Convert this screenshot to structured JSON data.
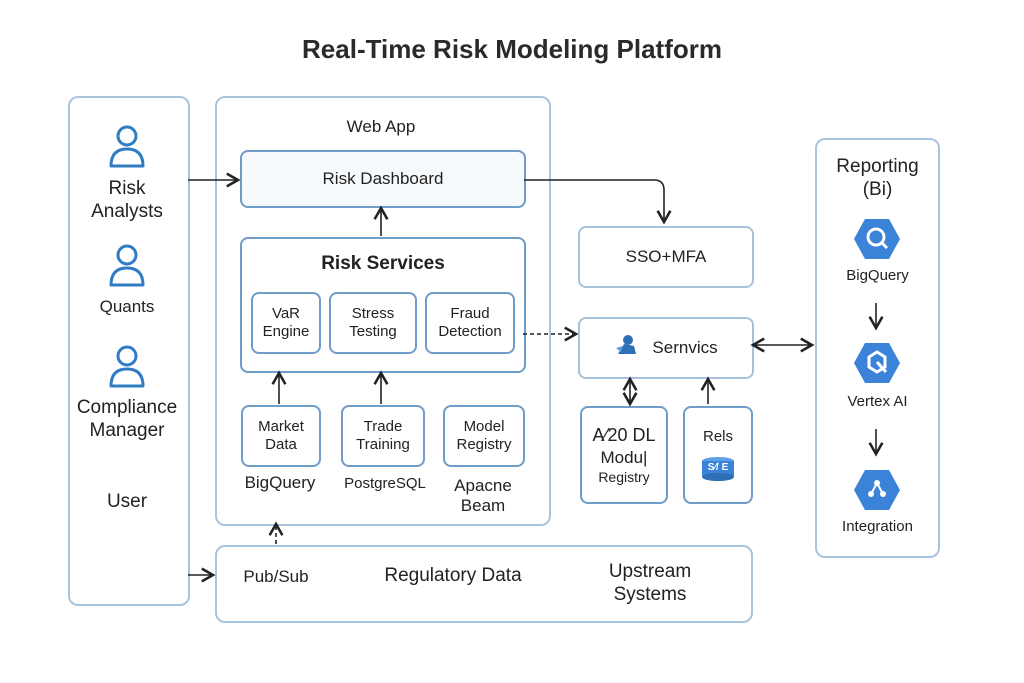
{
  "title": "Real-Time Risk Modeling Platform",
  "users": {
    "analysts": "Risk\nAnalysts",
    "quants": "Quants",
    "compliance": "Compliance\nManager",
    "user": "User"
  },
  "webapp": {
    "label": "Web App",
    "dashboard": "Risk Dashboard",
    "services_title": "Risk Services",
    "var_engine": "VaR\nEngine",
    "stress_testing": "Stress\nTesting",
    "fraud_detection": "Fraud\nDetection",
    "market_data": "Market\nData",
    "trade_training": "Trade\nTraining",
    "model_registry": "Model\nRegistry",
    "bigquery": "BigQuery",
    "postgresql": "PostgreSQL",
    "apache_beam": "Apacne\nBeam"
  },
  "middle": {
    "sso": "SSO+MFA",
    "services": "Sernvics",
    "a20dl": "A⁄20 DL",
    "modul": "Modu|",
    "modul_registry": "Registry",
    "rels": "Rels",
    "rels_icon_text": "S⁄/ E"
  },
  "bottom": {
    "pubsub": "Pub/Sub",
    "regulatory": "Regulatory Data",
    "upstream": "Upstream\nSystems"
  },
  "reporting": {
    "title": "Reporting\n(Bi)",
    "bigquery": "BigQuery",
    "vertex": "Vertex AI",
    "integration": "Integration"
  },
  "colors": {
    "accent": "#2f6fb5",
    "hex_fill": "#3b82d9",
    "box_border": "#6f9cc8",
    "panel_border": "#aac4de"
  },
  "icons": [
    "person-icon",
    "bigquery-icon",
    "vertex-ai-icon",
    "integration-icon",
    "service-icon",
    "database-icon"
  ]
}
